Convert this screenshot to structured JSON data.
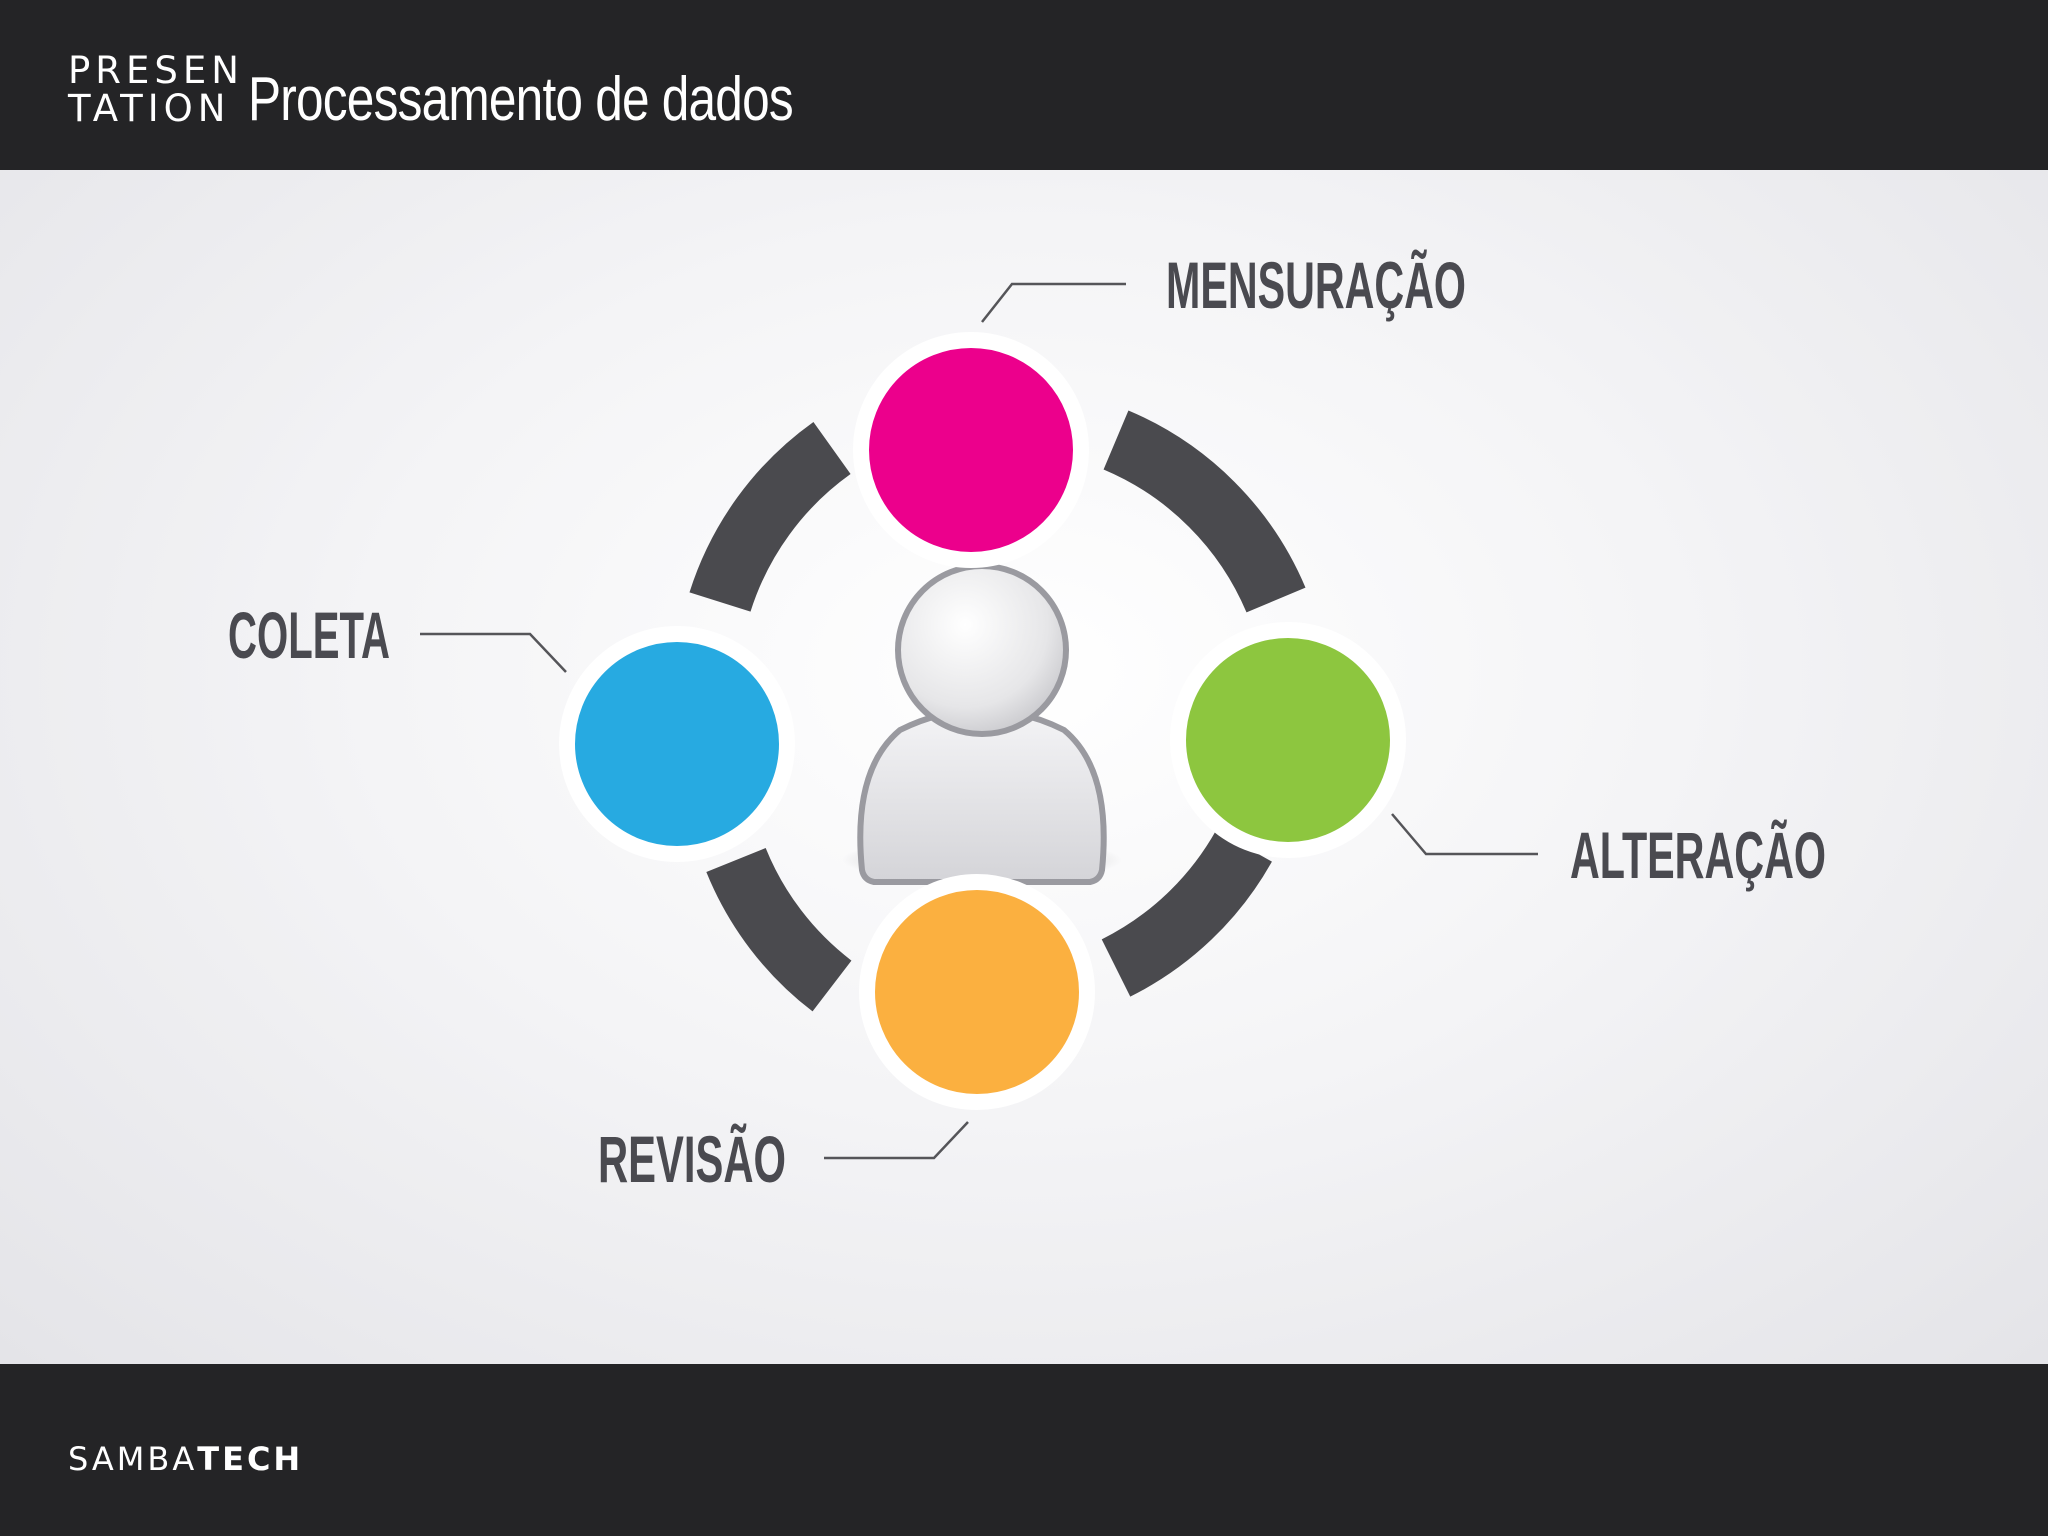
{
  "header": {
    "logo_line1": "PRESEN",
    "logo_line2": "TATION",
    "title": "Processamento de dados"
  },
  "diagram": {
    "stages": [
      {
        "label": "MENSURAÇÃO",
        "color": "#ec008c"
      },
      {
        "label": "ALTERAÇÃO",
        "color": "#8dc63f"
      },
      {
        "label": "REVISÃO",
        "color": "#fbb040"
      },
      {
        "label": "COLETA",
        "color": "#27aae1"
      }
    ],
    "center_icon": "user-icon",
    "ring_color": "#4a4a4e"
  },
  "footer": {
    "brand_part1": "SAMBA",
    "brand_part2": "TECH"
  }
}
